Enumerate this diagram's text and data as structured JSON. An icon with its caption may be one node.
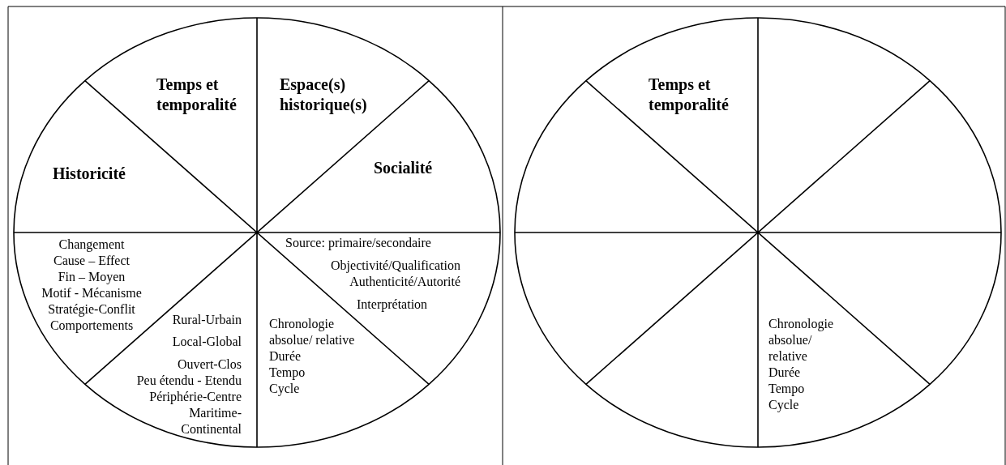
{
  "diagram": {
    "labels": [
      "Temps et temporalité",
      "Espace(s) historique(s)",
      "Historicité",
      "Socialité",
      "Changement",
      "Cause – Effect",
      "Fin – Moyen",
      "Motif - Mécanisme",
      "Stratégie-Conflit",
      "Comportements",
      "Source: primaire/secondaire",
      "Objectivité/Qualification",
      "Authenticité/Autorité",
      "Interprétation",
      "Rural-Urbain",
      "Local-Global",
      "Ouvert-Clos",
      "Peu étendu - Etendu",
      "Périphérie-Centre",
      "Maritime-Continental",
      "Chronologie absolue/ relative",
      "Durée",
      "Tempo",
      "Cycle",
      "Temps et temporalité",
      "Chronologie absolue/ relative",
      "Durée",
      "Tempo",
      "Cycle"
    ]
  }
}
